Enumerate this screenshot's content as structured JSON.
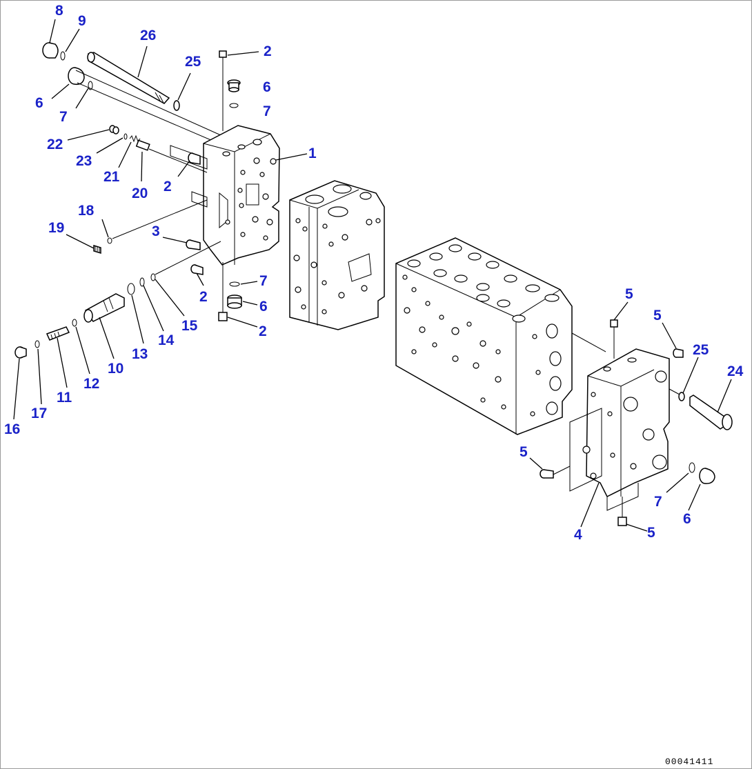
{
  "diagram": {
    "labels": [
      {
        "id": "p8",
        "text": "8"
      },
      {
        "id": "p9",
        "text": "9"
      },
      {
        "id": "p26",
        "text": "26"
      },
      {
        "id": "p2a",
        "text": "2"
      },
      {
        "id": "p25a",
        "text": "25"
      },
      {
        "id": "p6a",
        "text": "6"
      },
      {
        "id": "p7a",
        "text": "7"
      },
      {
        "id": "p6b",
        "text": "6"
      },
      {
        "id": "p7b",
        "text": "7"
      },
      {
        "id": "p1",
        "text": "1"
      },
      {
        "id": "p22",
        "text": "22"
      },
      {
        "id": "p23",
        "text": "23"
      },
      {
        "id": "p21",
        "text": "21"
      },
      {
        "id": "p20",
        "text": "20"
      },
      {
        "id": "p2b",
        "text": "2"
      },
      {
        "id": "p18",
        "text": "18"
      },
      {
        "id": "p19",
        "text": "19"
      },
      {
        "id": "p3",
        "text": "3"
      },
      {
        "id": "p7c",
        "text": "7"
      },
      {
        "id": "p6c",
        "text": "6"
      },
      {
        "id": "p2c",
        "text": "2"
      },
      {
        "id": "p2d",
        "text": "2"
      },
      {
        "id": "p15",
        "text": "15"
      },
      {
        "id": "p14",
        "text": "14"
      },
      {
        "id": "p13",
        "text": "13"
      },
      {
        "id": "p10",
        "text": "10"
      },
      {
        "id": "p12",
        "text": "12"
      },
      {
        "id": "p11",
        "text": "11"
      },
      {
        "id": "p17",
        "text": "17"
      },
      {
        "id": "p16",
        "text": "16"
      },
      {
        "id": "p5a",
        "text": "5"
      },
      {
        "id": "p5b",
        "text": "5"
      },
      {
        "id": "p25b",
        "text": "25"
      },
      {
        "id": "p24",
        "text": "24"
      },
      {
        "id": "p5c",
        "text": "5"
      },
      {
        "id": "p7d",
        "text": "7"
      },
      {
        "id": "p6d",
        "text": "6"
      },
      {
        "id": "p4",
        "text": "4"
      },
      {
        "id": "p5d",
        "text": "5"
      }
    ],
    "drawing_code": "00041411"
  }
}
